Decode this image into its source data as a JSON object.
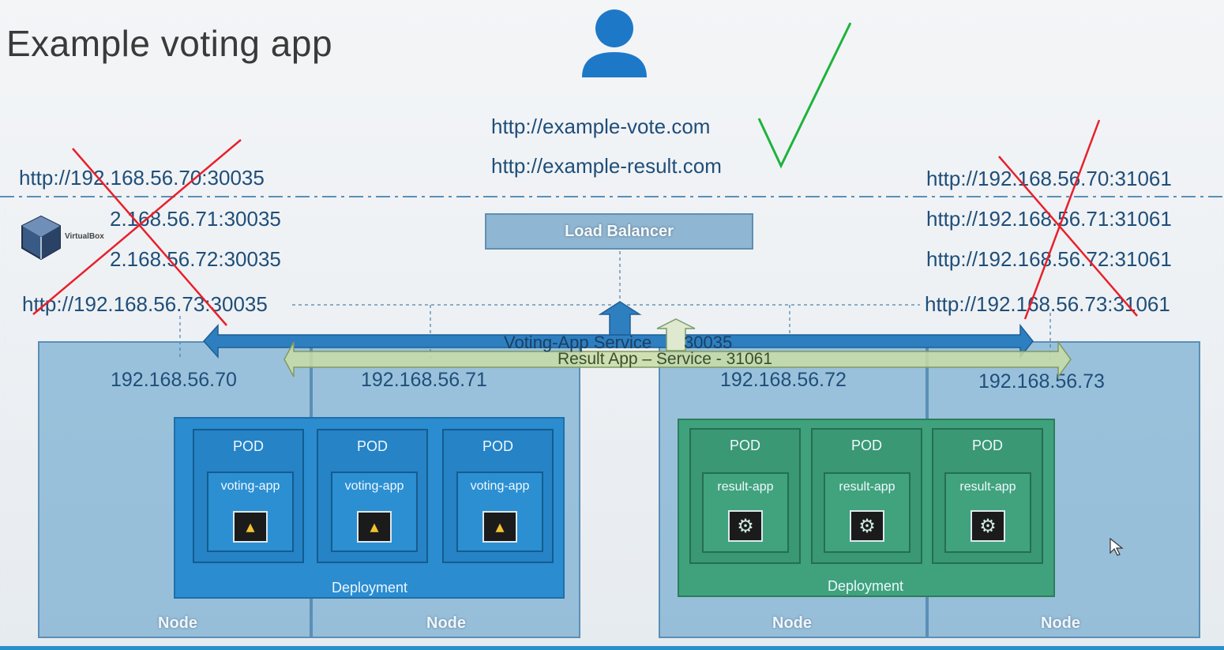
{
  "title": "Example voting app",
  "domain_urls": [
    "http://example-vote.com",
    "http://example-result.com"
  ],
  "left_urls": [
    "http://192.168.56.70:30035",
    "2.168.56.71:30035",
    "2.168.56.72:30035",
    "http://192.168.56.73:30035"
  ],
  "right_urls": [
    "http://192.168.56.70:31061",
    "http://192.168.56.71:31061",
    "http://192.168.56.72:31061",
    "http://192.168.56.73:31061"
  ],
  "virtualbox_label": "VirtualBox",
  "load_balancer": "Load Balancer",
  "voting_service": "Voting-App Service",
  "voting_service_port": "30035",
  "result_service": "Result App – Service - 31061",
  "node_ips": [
    "192.168.56.70",
    "192.168.56.71",
    "192.168.56.72",
    "192.168.56.73"
  ],
  "node_label": "Node",
  "deployment_label": "Deployment",
  "pod_label": "POD",
  "voting_app": "voting-app",
  "result_app": "result-app",
  "colors": {
    "check": "#1db33b",
    "cross": "#e8202a",
    "service_arrow": "#2e7fc0",
    "result_arrow": "#c9dca6"
  },
  "icons": [
    "user-icon",
    "virtualbox-icon",
    "python-icon",
    "dotnet-icon",
    "checkmark-icon",
    "cross-icon",
    "mouse-cursor-icon"
  ]
}
